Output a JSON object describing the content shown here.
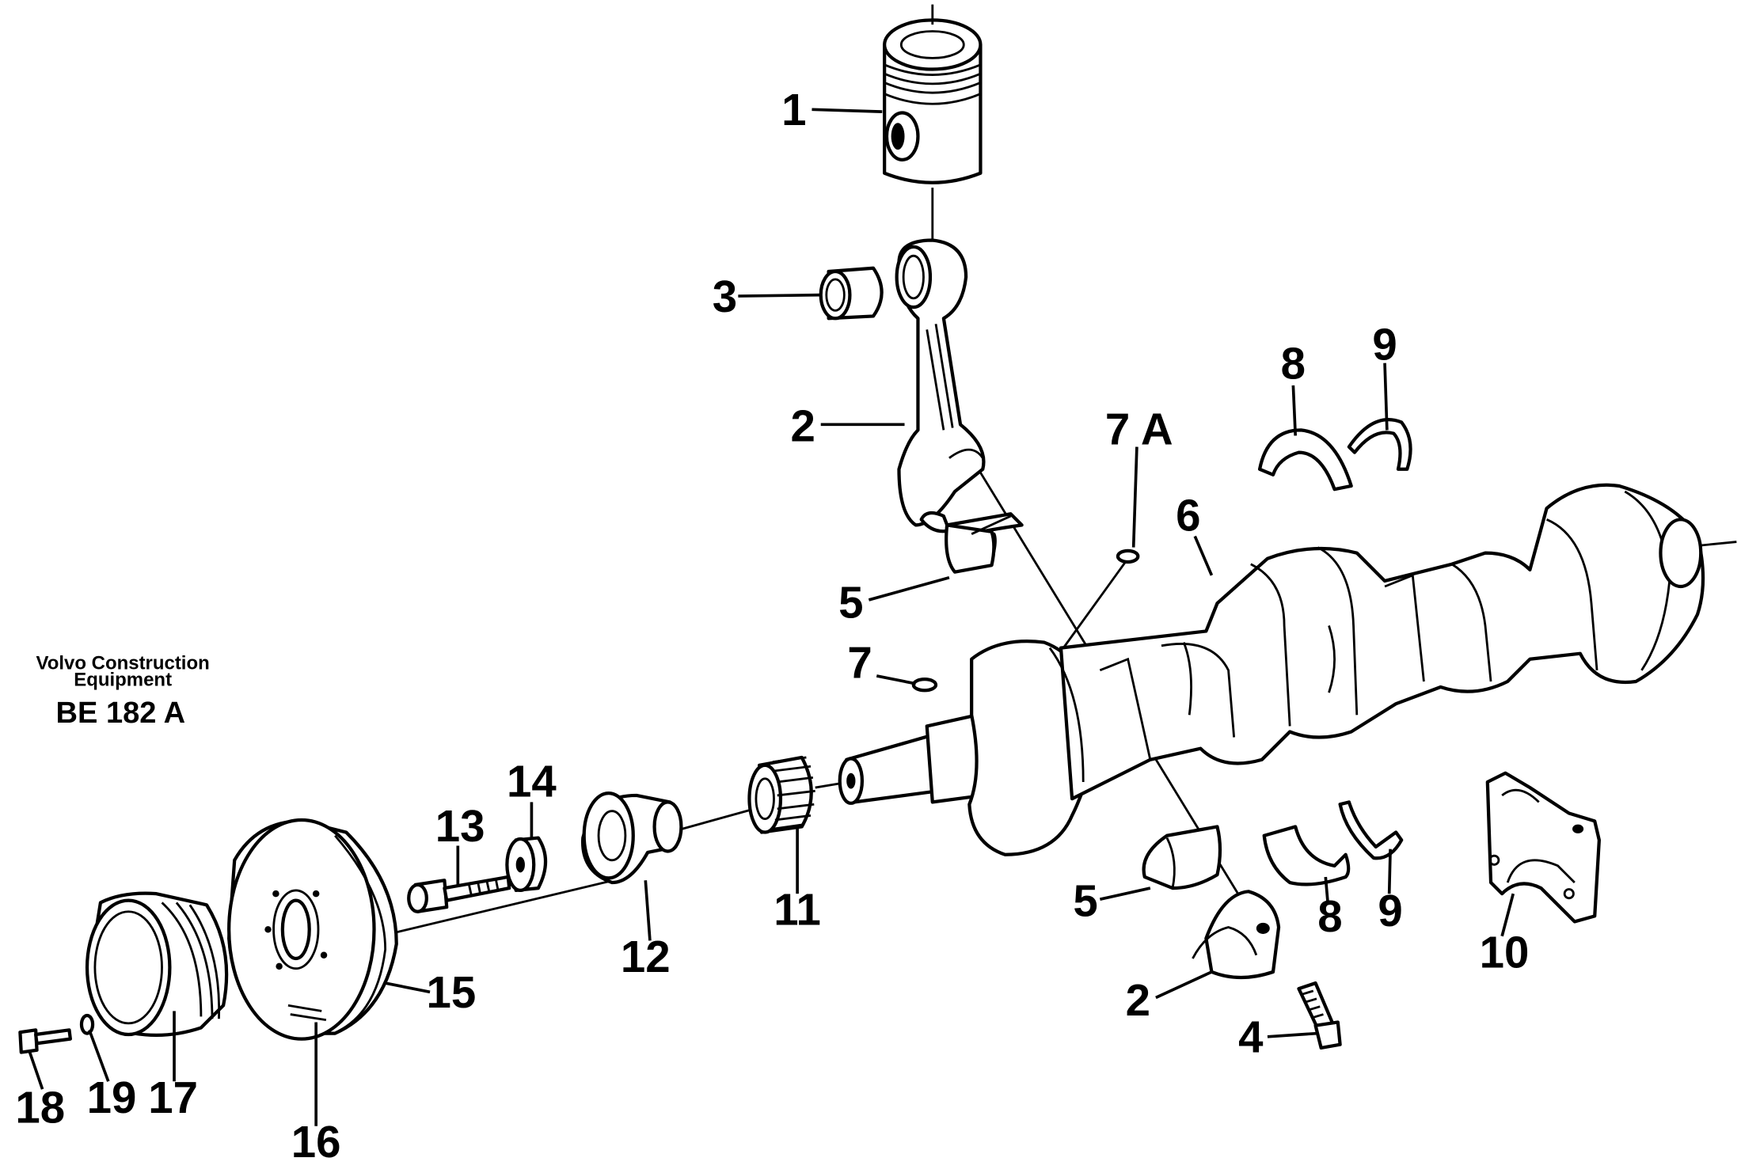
{
  "publisher": {
    "line1": "Volvo Construction",
    "line2": "Equipment",
    "code": "BE 182 A"
  },
  "callouts": {
    "c1": "1",
    "c2_rod": "2",
    "c2_cap": "2",
    "c3": "3",
    "c4": "4",
    "c5_upper": "5",
    "c5_lower": "5",
    "c6": "6",
    "c7": "7",
    "c7a": "7 A",
    "c8_upper": "8",
    "c8_lower": "8",
    "c9_upper": "9",
    "c9_lower": "9",
    "c10": "10",
    "c11": "11",
    "c12": "12",
    "c13": "13",
    "c14": "14",
    "c15": "15",
    "c16": "16",
    "c17": "17",
    "c18": "18",
    "c19": "19"
  }
}
